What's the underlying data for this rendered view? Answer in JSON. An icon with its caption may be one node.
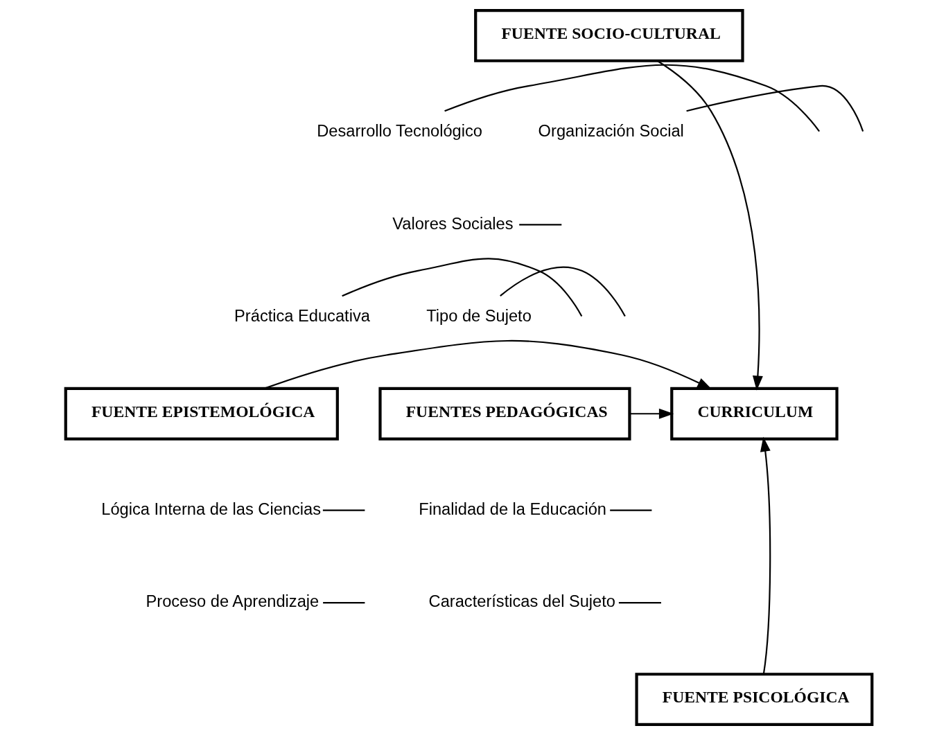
{
  "diagram": {
    "nodes": [
      {
        "text": [
          "FUENTE SOCIO-CULTURAL"
        ]
      },
      {
        "text": [
          "CURRICULUM"
        ]
      },
      {
        "text": [
          "FUENTE EPISTEMOLÓGICA"
        ]
      },
      {
        "text": [
          "FUENTES PEDAGÓGICAS"
        ]
      },
      {
        "text": [
          "FUENTE PSICOLÓGICA"
        ]
      },
      {
        "text": [
          "Organización Social"
        ]
      },
      {
        "text": [
          "Desarrollo Tecnológico"
        ]
      },
      {
        "text": [
          "Valores Sociales"
        ]
      },
      {
        "text": [
          "Práctica Educativa"
        ]
      },
      {
        "text": [
          "Tipo de Sujeto"
        ]
      },
      {
        "text": [
          "Lógica Interna de las Ciencias"
        ]
      },
      {
        "text": [
          "Finalidad de la Educación"
        ]
      },
      {
        "text": [
          "Proceso de Aprendizaje"
        ]
      },
      {
        "text": [
          "Características del Sujeto"
        ]
      }
    ],
    "edges": [
      {
        "from": 0,
        "to": 1,
        "arrow": "to"
      },
      {
        "from": 2,
        "to": 1,
        "arrow": "to"
      },
      {
        "from": 3,
        "to": 1,
        "arrow": "to"
      },
      {
        "from": 4,
        "to": 1,
        "arrow": "to"
      },
      {
        "from": 5,
        "to": null,
        "arrow": "none"
      },
      {
        "from": 6,
        "to": null,
        "arrow": "none"
      },
      {
        "from": 7,
        "to": null,
        "arrow": "none"
      },
      {
        "from": 8,
        "to": null,
        "arrow": "none"
      },
      {
        "from": 9,
        "to": null,
        "arrow": "none"
      },
      {
        "from": 10,
        "to": null,
        "arrow": "none"
      },
      {
        "from": 11,
        "to": null,
        "arrow": "none"
      },
      {
        "from": 12,
        "to": null,
        "arrow": "none"
      },
      {
        "from": 13,
        "to": null,
        "arrow": "none"
      }
    ]
  }
}
